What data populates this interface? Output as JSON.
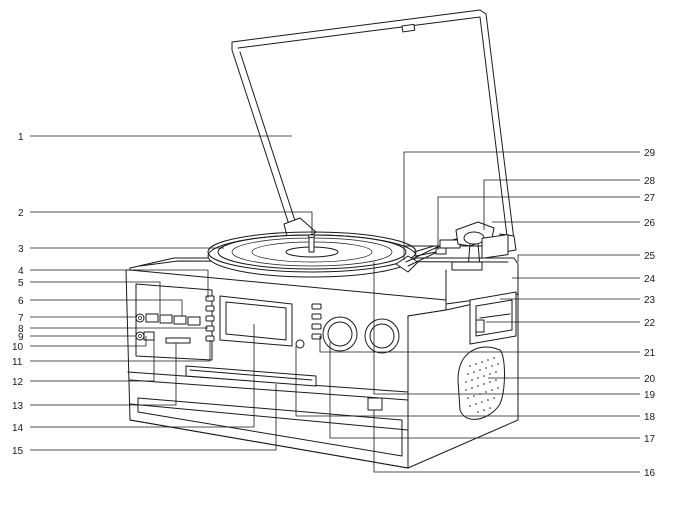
{
  "diagram": {
    "left_callouts": [
      {
        "id": "c1",
        "label": "1"
      },
      {
        "id": "c2",
        "label": "2"
      },
      {
        "id": "c3",
        "label": "3"
      },
      {
        "id": "c4",
        "label": "4"
      },
      {
        "id": "c5",
        "label": "5"
      },
      {
        "id": "c6",
        "label": "6"
      },
      {
        "id": "c7",
        "label": "7"
      },
      {
        "id": "c8",
        "label": "8"
      },
      {
        "id": "c9",
        "label": "9"
      },
      {
        "id": "c10",
        "label": "10"
      },
      {
        "id": "c11",
        "label": "11"
      },
      {
        "id": "c12",
        "label": "12"
      },
      {
        "id": "c13",
        "label": "13"
      },
      {
        "id": "c14",
        "label": "14"
      },
      {
        "id": "c15",
        "label": "15"
      }
    ],
    "right_callouts": [
      {
        "id": "c29",
        "label": "29"
      },
      {
        "id": "c28",
        "label": "28"
      },
      {
        "id": "c27",
        "label": "27"
      },
      {
        "id": "c26",
        "label": "26"
      },
      {
        "id": "c25",
        "label": "25"
      },
      {
        "id": "c24",
        "label": "24"
      },
      {
        "id": "c23",
        "label": "23"
      },
      {
        "id": "c22",
        "label": "22"
      },
      {
        "id": "c21",
        "label": "21"
      },
      {
        "id": "c20",
        "label": "20"
      },
      {
        "id": "c19",
        "label": "19"
      },
      {
        "id": "c18",
        "label": "18"
      },
      {
        "id": "c17",
        "label": "17"
      },
      {
        "id": "c16",
        "label": "16"
      }
    ]
  }
}
